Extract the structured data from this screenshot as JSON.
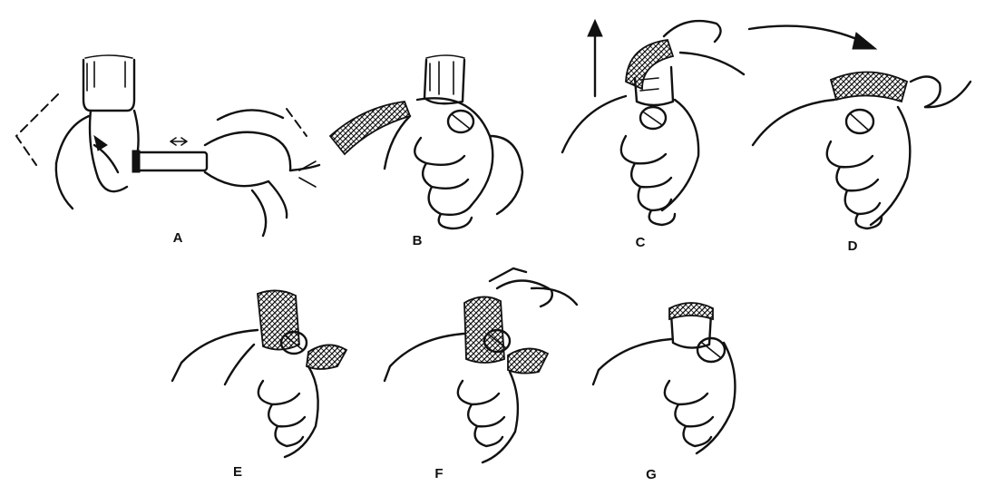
{
  "panels": [
    {
      "id": "A",
      "label": "A"
    },
    {
      "id": "B",
      "label": "B"
    },
    {
      "id": "C",
      "label": "C"
    },
    {
      "id": "D",
      "label": "D"
    },
    {
      "id": "E",
      "label": "E"
    },
    {
      "id": "F",
      "label": "F"
    },
    {
      "id": "G",
      "label": "G"
    }
  ],
  "colors": {
    "ink": "#111111",
    "background": "#ffffff"
  }
}
